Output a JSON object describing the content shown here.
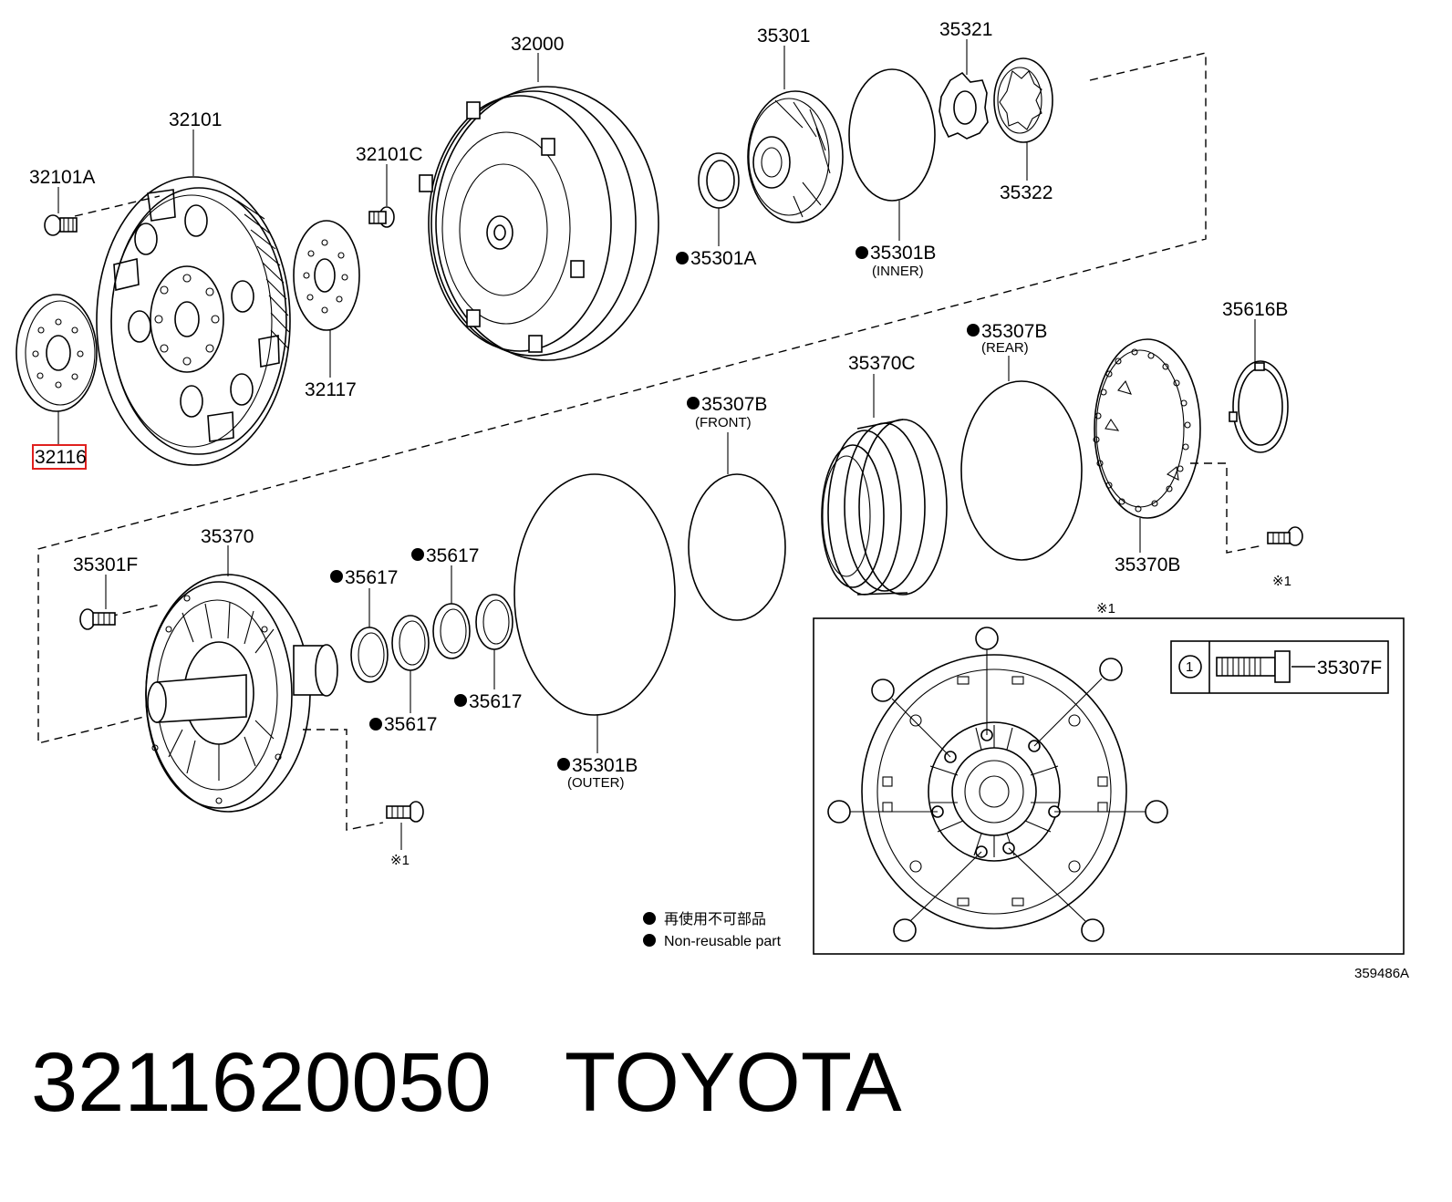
{
  "diagram": {
    "labels": {
      "p32000": "32000",
      "p32101": "32101",
      "p32101A": "32101A",
      "p32101C": "32101C",
      "p32116": "32116",
      "p32117": "32117",
      "p35301": "35301",
      "p35321": "35321",
      "p35322": "35322",
      "p35301A": "35301A",
      "p35301B_inner": "35301B",
      "p35616B": "35616B",
      "p35307B_rear": "35307B",
      "p35370C": "35370C",
      "p35307B_front": "35307B",
      "p35370B": "35370B",
      "p35370": "35370",
      "p35301F": "35301F",
      "p35617_a": "35617",
      "p35617_b": "35617",
      "p35617_c": "35617",
      "p35617_d": "35617",
      "p35301B_outer": "35301B",
      "p35307F": "35307F"
    },
    "notes": {
      "inner": "(INNER)",
      "rear": "(REAR)",
      "front": "(FRONT)",
      "outer": "(OUTER)",
      "ref_a": "※1",
      "ref_b": "※1",
      "ref_c": "※1",
      "detail_key": "1"
    },
    "legend": {
      "jp": "再使用不可部品",
      "en": "Non-reusable part"
    },
    "figure_code": "359486A",
    "highlighted_part": "32116"
  },
  "footer": {
    "part_number": "3211620050",
    "brand": "TOYOTA"
  }
}
